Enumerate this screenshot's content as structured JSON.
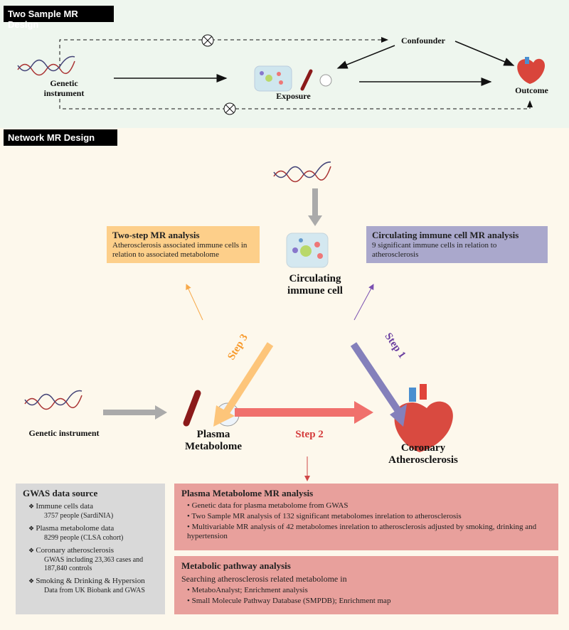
{
  "top": {
    "title": "Two Sample MR Design",
    "genetic": "Genetic instrument",
    "confounder": "Confounder",
    "exposure": "Exposure",
    "outcome": "Outcome"
  },
  "network": {
    "title": "Network MR Design",
    "immune": "Circulating immune cell",
    "plasma": "Plasma Metabolome",
    "coronary": "Coronary Atherosclerosis",
    "genetic": "Genetic instrument",
    "step1": "Step 1",
    "step2": "Step 2",
    "step3": "Step 3",
    "two_step": {
      "title": "Two-step MR analysis",
      "text": "Atherosclerosis associated immune cells in relation to associated metabolome"
    },
    "immune_mr": {
      "title": "Circulating immune cell MR analysis",
      "text": "9 significant immune cells in relation to atherosclerosis"
    }
  },
  "gwas": {
    "title": "GWAS data source",
    "items": [
      {
        "label": "Immune cells data",
        "detail": "3757 people (SardiNIA)"
      },
      {
        "label": "Plasma metabolome data",
        "detail": "8299 people (CLSA cohort)"
      },
      {
        "label": "Coronary atherosclerosis",
        "detail": "GWAS including 23,363 cases and 187,840 controls"
      },
      {
        "label": "Smoking  & Drinking & Hypersion",
        "detail": "Data from UK Biobank and GWAS"
      }
    ]
  },
  "plasma_mr": {
    "title": "Plasma Metabolome MR analysis",
    "items": [
      "Genetic data  for plasma metabolome from GWAS",
      "Two Sample MR analysis  of 132 significant metabolomes inrelation to atherosclerosis",
      "Multivariable MR analysis  of 42 metabolomes inrelation to atherosclerosis adjusted by smoking, drinking and hypertension"
    ]
  },
  "pathway": {
    "title": "Metabolic pathway analysis",
    "intro": "Searching atherosclerosis related metabolome in",
    "items": [
      "MetaboAnalyst; Enrichment analysis",
      "Small Molecule Pathway Database (SMPDB); Enrichment map"
    ]
  },
  "colors": {
    "orange": "#fdcf8a",
    "purple": "#aaa8cc",
    "red_box": "#e8a09c",
    "gray_box": "#d9d9d9",
    "step1": "#6b3fa0",
    "step2": "#d43a3a",
    "step3": "#f79a2c"
  }
}
